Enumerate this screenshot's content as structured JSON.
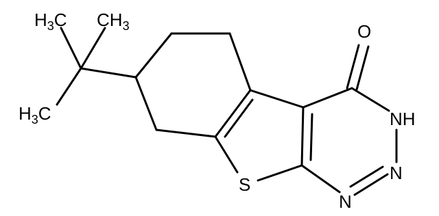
{
  "molecule": {
    "labels": {
      "ch3_top_left": {
        "main": "H",
        "sub": "3",
        "tail": "C"
      },
      "ch3_top_right": {
        "main": "CH",
        "sub": "3"
      },
      "ch3_left": {
        "main": "H",
        "sub": "3",
        "tail": "C"
      },
      "oxygen": "O",
      "nh": "NH",
      "sulfur": "S",
      "n_upper": "N",
      "n_lower": "N"
    },
    "colors": {
      "bond": "#000000",
      "text": "#000000",
      "background": "#ffffff"
    }
  }
}
